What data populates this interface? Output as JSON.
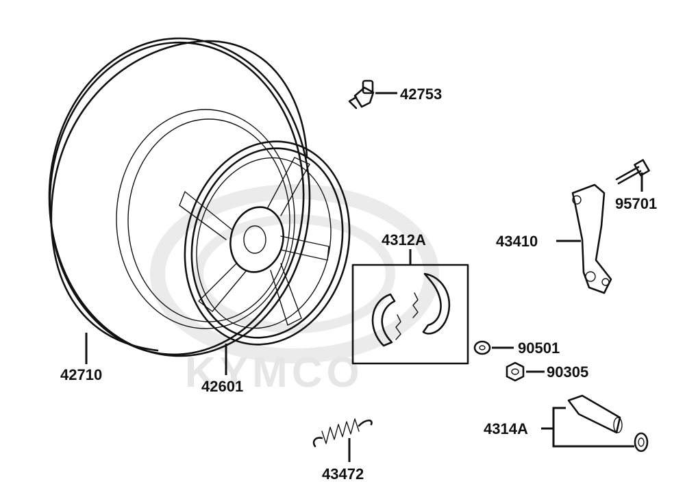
{
  "watermark": {
    "text": "KYMCO"
  },
  "parts": {
    "p42753": "42753",
    "p95701": "95701",
    "p43410": "43410",
    "p4312A": "4312A",
    "p90501": "90501",
    "p90305": "90305",
    "p42710": "42710",
    "p42601": "42601",
    "p4314A": "4314A",
    "p43472": "43472"
  },
  "colors": {
    "line": "#111111",
    "watermark": "#e6e6e6",
    "background": "#ffffff"
  }
}
